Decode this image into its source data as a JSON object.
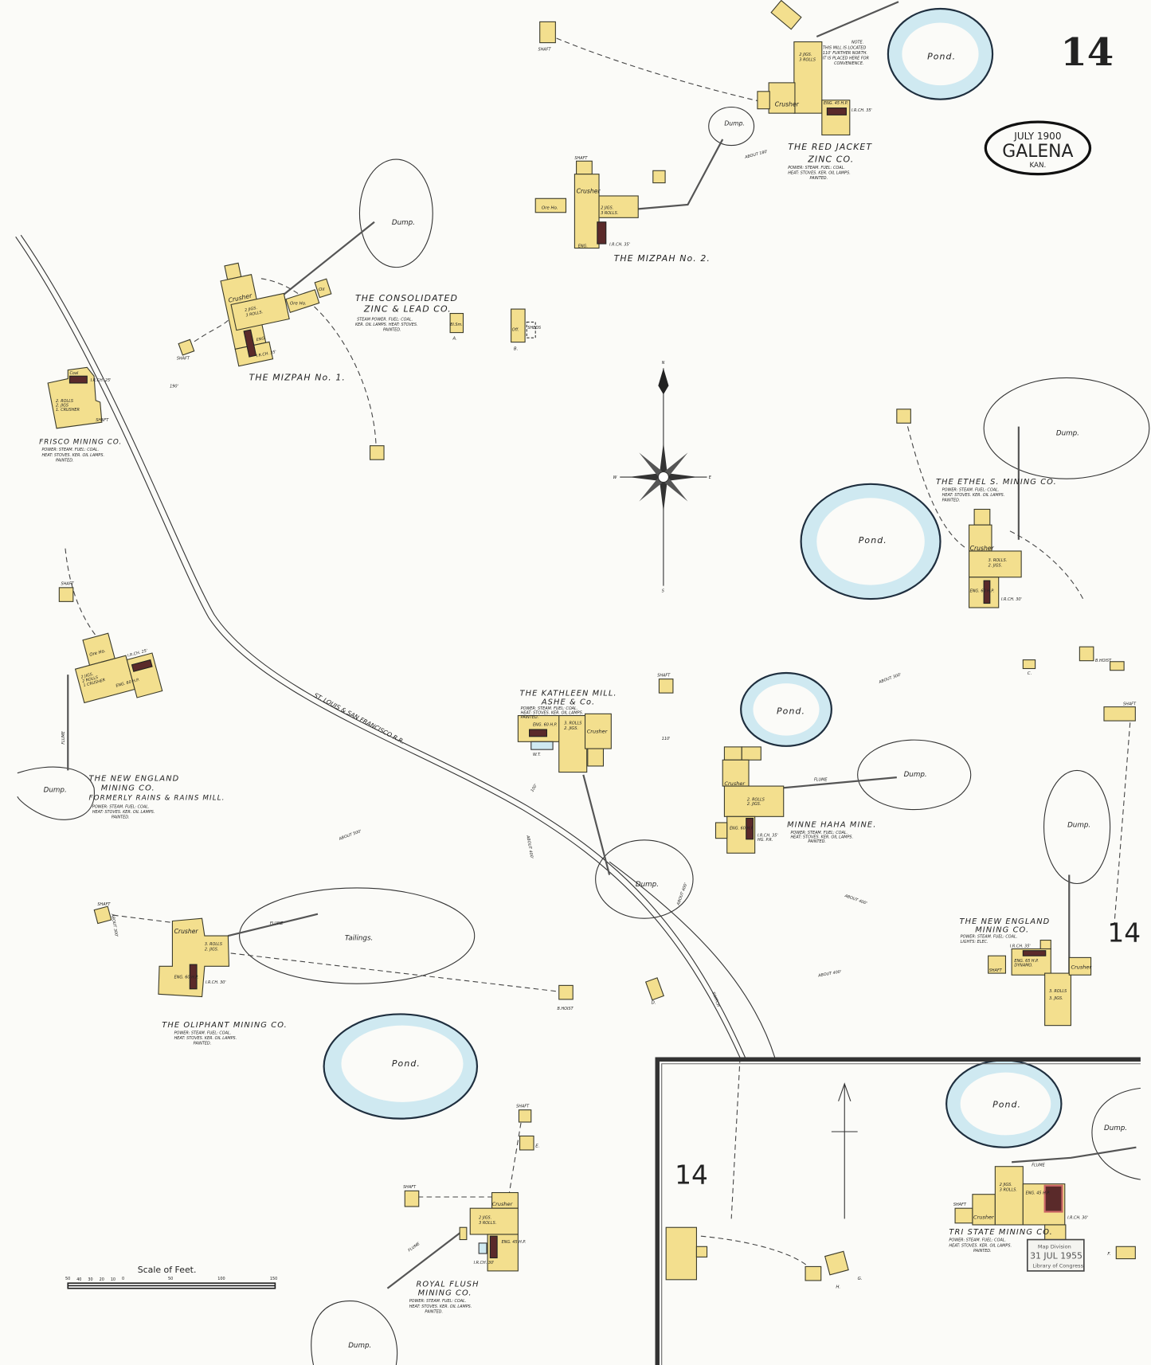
{
  "sheet": {
    "number": "14",
    "date": "JULY 1900",
    "town": "GALENA",
    "state": "KAN."
  },
  "colors": {
    "building": "#f3df8e",
    "pond": "#cfe9f1",
    "engine": "#5a2a2a",
    "paper": "#fbfbf8"
  },
  "railroad": {
    "label": "ST. LOUIS & SAN FRANCISCO R.R.",
    "switch": "SWITCH"
  },
  "compass": {
    "n": "N",
    "s": "S",
    "e": "E",
    "w": "W"
  },
  "ponds": [
    "Pond.",
    "Pond.",
    "Pond.",
    "Pond.",
    "Pond."
  ],
  "dumps": [
    "Dump.",
    "Dump.",
    "Dump.",
    "Dump.",
    "Dump.",
    "Dump.",
    "Dump.",
    "Dump.",
    "Dump."
  ],
  "tailings": "Tailings.",
  "generic": {
    "shaft": "SHAFT",
    "crusher": "Crusher",
    "flume": "FLUME",
    "ore_ho": "Ore Ho.",
    "oil": "Oil",
    "coal": "Coal",
    "off": "Off.",
    "bl_sm": "Bl.Sm.",
    "w_t": "W.T.",
    "hoist": "B.HOIST",
    "sheds": "SHEDS"
  },
  "distances": [
    "ABOUT 180'",
    "190'",
    "ABOUT 300'",
    "ABOUT 300'",
    "ABOUT 500'",
    "ABOUT 400'",
    "ABOUT 400'",
    "ABOUT 400'",
    "ABOUT 400'",
    "100'",
    "110'"
  ],
  "mines": [
    {
      "name": [
        "THE RED JACKET",
        "ZINC CO."
      ],
      "details": [
        "POWER: STEAM. FUEL: COAL.",
        "HEAT: STOVES. KER. OIL LAMPS.",
        "PAINTED."
      ],
      "equipment": [
        "2 JIGS.",
        "3 ROLLS",
        "ENG. 45 H.P.",
        "I.R.CH. 35'"
      ],
      "note": [
        "NOTE.",
        "THIS MILL IS LOCATED",
        "110' FURTHER NORTH.",
        "IT IS PLACED HERE FOR",
        "CONVENIENCE."
      ]
    },
    {
      "name": [
        "THE MIZPAH No. 2."
      ],
      "details": [],
      "equipment": [
        "2 JIGS.",
        "3 ROLLS.",
        "ENG.",
        "I.R.CH. 35'"
      ]
    },
    {
      "name": [
        "THE MIZPAH No. 1."
      ],
      "details": [],
      "equipment": [
        "2 JIGS.",
        "3 ROLLS.",
        "ENG.",
        "I.R.CH. 35'"
      ]
    },
    {
      "name": [
        "THE CONSOLIDATED",
        "ZINC & LEAD CO."
      ],
      "details": [
        "STEAM POWER. FUEL: COAL.",
        "KER. OIL LAMPS. HEAT: STOVES.",
        "PAINTED."
      ]
    },
    {
      "name": [
        "FRISCO MINING CO."
      ],
      "details": [
        "POWER: STEAM. FUEL: COAL.",
        "HEAT: STOVES. KER. OIL LAMPS.",
        "PAINTED."
      ],
      "equipment": [
        "2. ROLLS",
        "2. JIGS",
        "1. CRUSHER",
        "I.R.CH. 25'"
      ]
    },
    {
      "name": [
        "THE ETHEL S. MINING CO."
      ],
      "details": [
        "POWER: STEAM. FUEL: COAL.",
        "HEAT: STOVES. KER. OIL LAMPS.",
        "PAINTED."
      ],
      "equipment": [
        "3. ROLLS.",
        "2. JIGS.",
        "ENG. 60 H.P.",
        "I.R.CH. 30'"
      ]
    },
    {
      "name": [
        "THE NEW ENGLAND",
        "MINING CO.",
        "FORMERLY RAINS & RAINS MILL."
      ],
      "details": [
        "POWER: STEAM. FUEL: COAL.",
        "HEAT: STOVES. KER. OIL LAMPS.",
        "PAINTED."
      ],
      "equipment": [
        "2 JIGS.",
        "2 ROLLS",
        "1 CRUSHER",
        "ENG. 60 H.P.",
        "I.R.CH. 25'"
      ]
    },
    {
      "name": [
        "THE KATHLEEN MILL.",
        "ASHE & Co."
      ],
      "details": [
        "POWER: STEAM. FUEL: COAL.",
        "HEAT: STOVES. KER. OIL LAMPS.",
        "PAINTED."
      ],
      "equipment": [
        "ENG. 60 H.P.",
        "3. ROLLS",
        "2. JIGS."
      ]
    },
    {
      "name": [
        "MINNE HAHA MINE."
      ],
      "details": [
        "POWER: STEAM. FUEL: COAL.",
        "HEAT: STOVES. KER. OIL LAMPS.",
        "PAINTED."
      ],
      "equipment": [
        "2. ROLLS",
        "2. JIGS.",
        "ENG. 60 H.P.",
        "I.R.CH. 35'",
        "HG. P.R."
      ]
    },
    {
      "name": [
        "THE NEW ENGLAND",
        "MINING CO."
      ],
      "details": [
        "POWER: STEAM. FUEL: COAL.",
        "LIGHTS: ELEC."
      ],
      "equipment": [
        "I.R.CH. 35'",
        "ENG. 65 H.P.",
        "DYNAMO.",
        "3. ROLLS",
        "3. JIGS."
      ]
    },
    {
      "name": [
        "THE OLIPHANT MINING CO."
      ],
      "details": [
        "POWER: STEAM. FUEL: COAL.",
        "HEAT: STOVES. KER. OIL LAMPS.",
        "PAINTED."
      ],
      "equipment": [
        "3. ROLLS",
        "2. JIGS.",
        "ENG. 60 H.P.",
        "I.R.CH. 30'"
      ]
    },
    {
      "name": [
        "ROYAL FLUSH",
        "MINING CO."
      ],
      "details": [
        "POWER: STEAM. FUEL: COAL.",
        "HEAT: STOVES. KER. OIL LAMPS.",
        "PAINTED."
      ],
      "equipment": [
        "2 JIGS.",
        "3 ROLLS.",
        "ENG. 45 H.P.",
        "I.R.CH. 30'"
      ]
    },
    {
      "name": [
        "TRI STATE MINING CO."
      ],
      "details": [
        "POWER: STEAM. FUEL: COAL.",
        "HEAT: STOVES. KER. OIL LAMPS.",
        "PAINTED."
      ],
      "equipment": [
        "2 JIGS.",
        "3 ROLLS.",
        "ENG. 45 H.P.",
        "I.R.CH. 30'"
      ]
    }
  ],
  "letters": [
    "A.",
    "B.",
    "C.",
    "D.",
    "E.",
    "F.",
    "G.",
    "H."
  ],
  "scale": {
    "title": "Scale of Feet.",
    "ticks": [
      "50",
      "40",
      "30",
      "20",
      "10",
      "0",
      "50",
      "100",
      "150"
    ]
  },
  "stamp": {
    "line1": "Map Division",
    "line2": "31 JUL 1955",
    "line3": "Library of Congress"
  }
}
